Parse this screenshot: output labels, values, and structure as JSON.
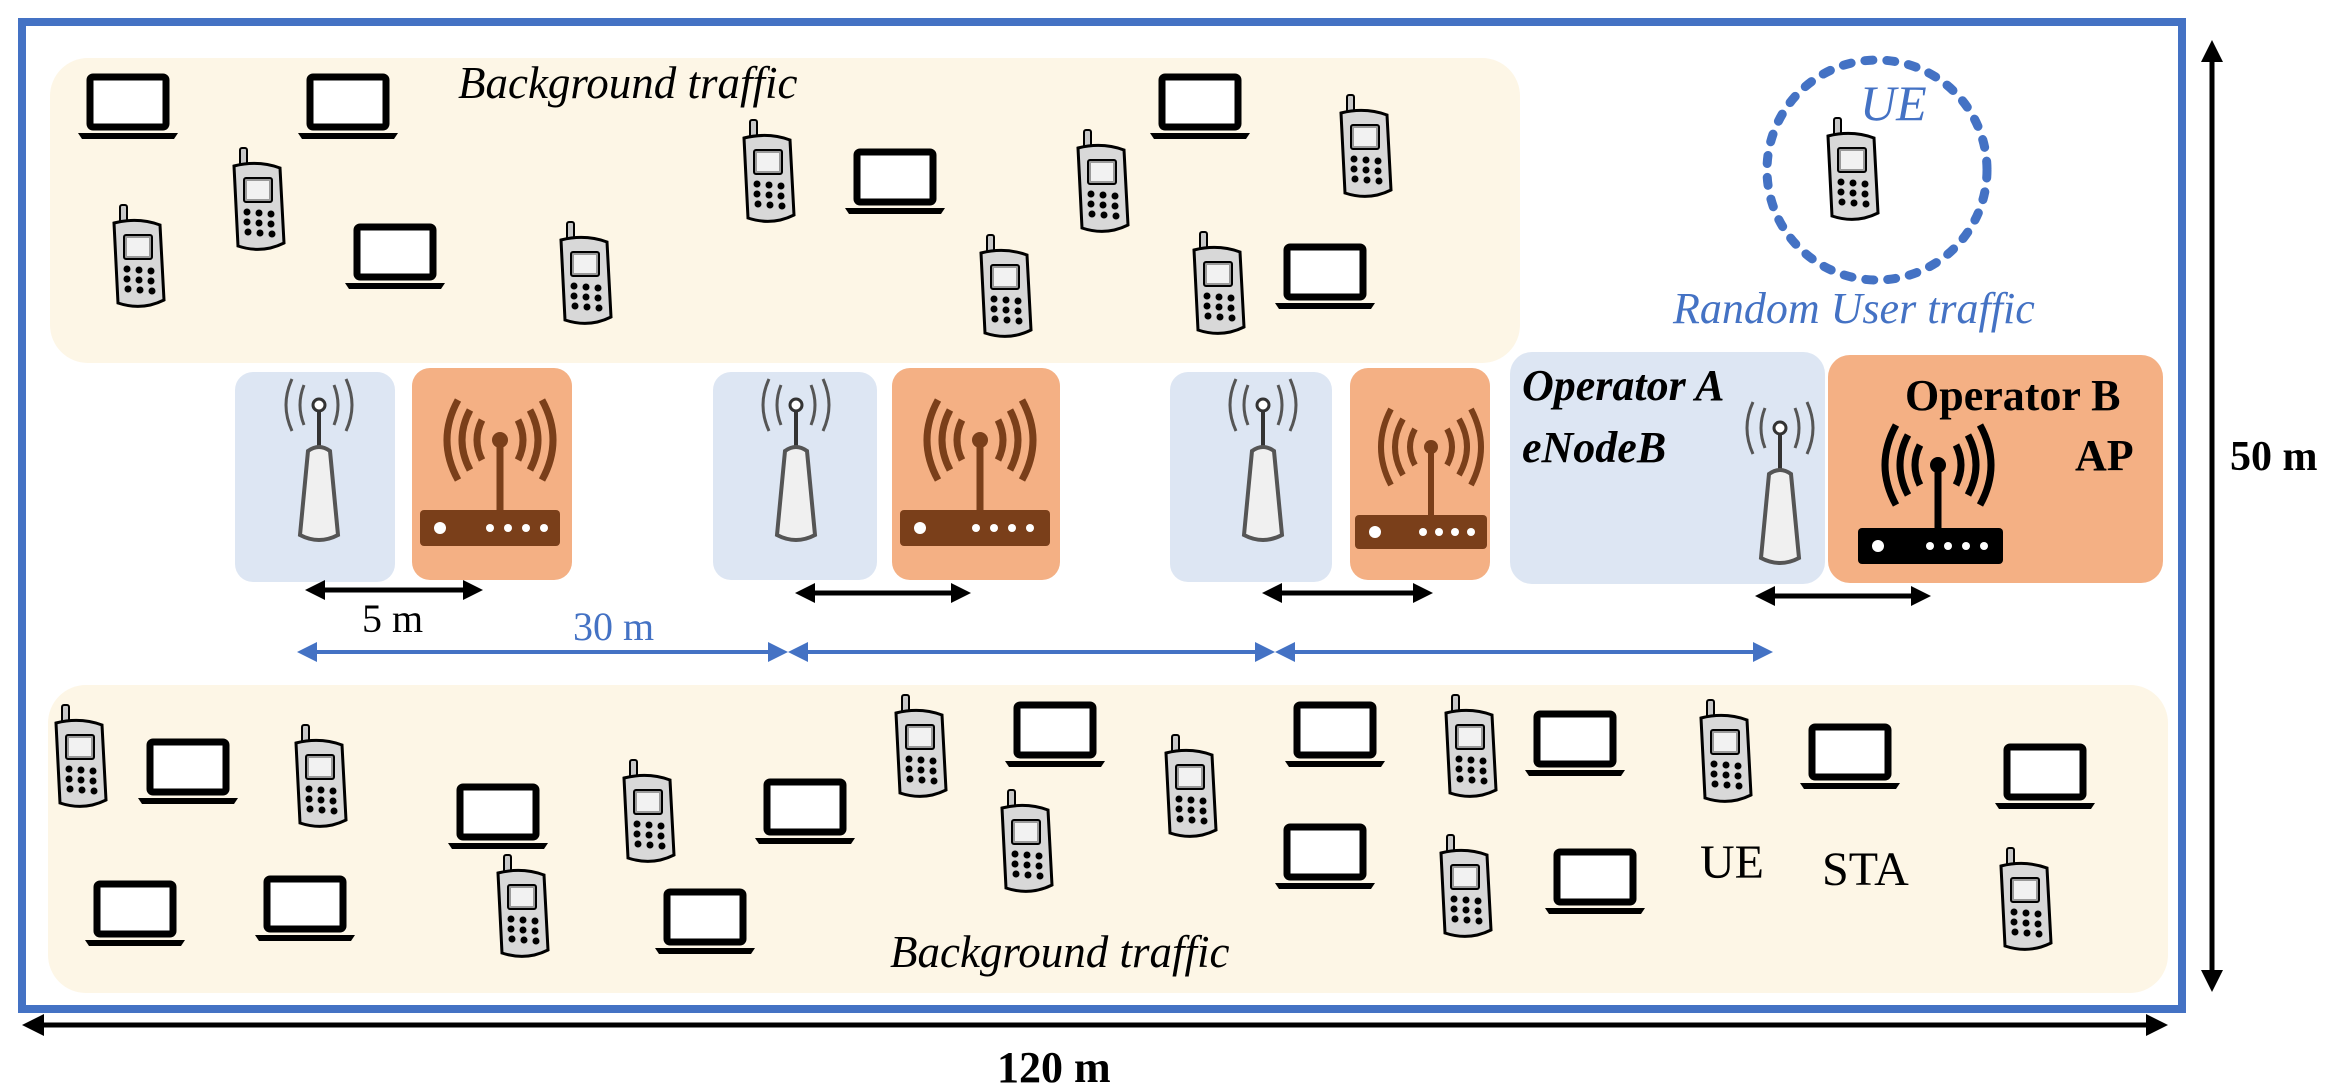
{
  "colors": {
    "frame": "#4472c4",
    "background_zone": "#fdf6e6",
    "enodeb_panel": "#dde6f3",
    "ap_panel": "#f4b084",
    "arrow_black": "#000000",
    "arrow_blue": "#4472c4",
    "router_brown": "#7a3f1a"
  },
  "labels": {
    "bg_top": "Background traffic",
    "bg_bottom": "Background traffic",
    "ue_circle": "UE",
    "random_user": "Random User traffic",
    "operator_a_line1": "Operator A",
    "operator_a_line2": "eNodeB",
    "operator_b_line1": "Operator B",
    "operator_b_line2": "AP",
    "dim_5m": "5 m",
    "dim_30m": "30 m",
    "dim_50m": "50 m",
    "dim_120m": "120 m",
    "legend_ue": "UE",
    "legend_sta": "STA"
  },
  "icons": {
    "phone": "cell-phone-icon",
    "laptop": "laptop-icon",
    "enodeb": "enodeb-tower-icon",
    "ap": "wifi-router-icon"
  }
}
